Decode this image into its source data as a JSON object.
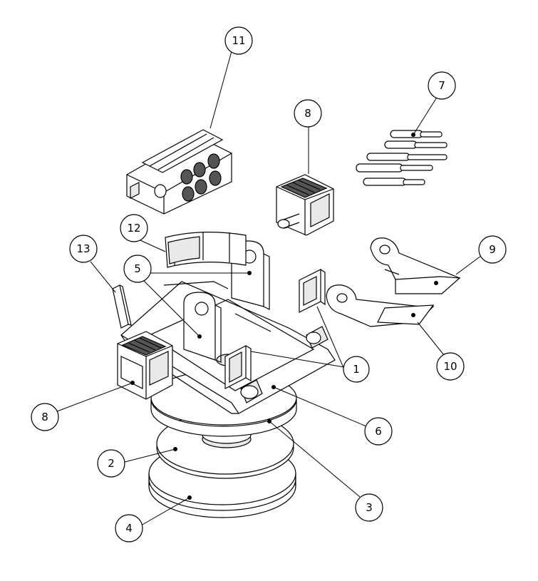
{
  "callouts": [
    {
      "label": "1"
    },
    {
      "label": "1"
    },
    {
      "label": "2"
    },
    {
      "label": "3"
    },
    {
      "label": "4"
    },
    {
      "label": "5"
    },
    {
      "label": "5"
    },
    {
      "label": "6"
    },
    {
      "label": "7"
    },
    {
      "label": "8"
    },
    {
      "label": "8"
    },
    {
      "label": "9"
    },
    {
      "label": "10"
    },
    {
      "label": "11"
    },
    {
      "label": "12"
    },
    {
      "label": "13"
    }
  ],
  "colors": {
    "line": "#000000",
    "background": "#ffffff",
    "shade_light": "#e9e9e9",
    "shade_dark": "#555555"
  }
}
